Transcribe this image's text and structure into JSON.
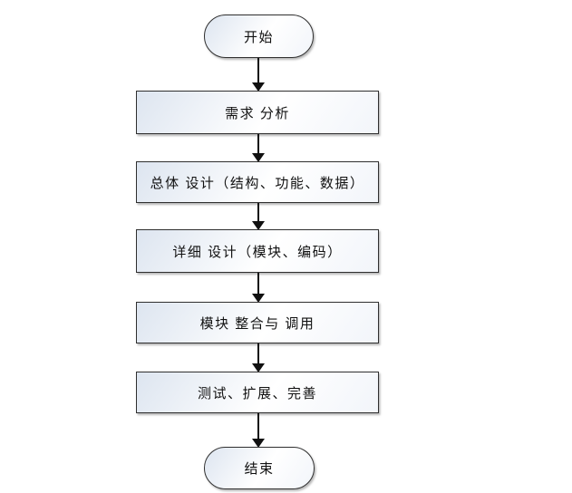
{
  "flowchart": {
    "type": "flowchart",
    "direction": "top-to-bottom",
    "nodes": [
      {
        "id": "start",
        "type": "terminator",
        "label": "开始"
      },
      {
        "id": "requirements-analysis",
        "type": "process",
        "label": "需求 分析"
      },
      {
        "id": "overall-design",
        "type": "process",
        "label": "总体 设计（结构、功能、数据）"
      },
      {
        "id": "detailed-design",
        "type": "process",
        "label": "详细 设计（模块、编码）"
      },
      {
        "id": "module-integration",
        "type": "process",
        "label": "模块 整合与 调用"
      },
      {
        "id": "testing-improvement",
        "type": "process",
        "label": "测试、扩展、完善"
      },
      {
        "id": "end",
        "type": "terminator",
        "label": "结束"
      }
    ],
    "edges": [
      {
        "from": "start",
        "to": "requirements-analysis",
        "arrow": "solid-triangle"
      },
      {
        "from": "requirements-analysis",
        "to": "overall-design",
        "arrow": "solid-triangle"
      },
      {
        "from": "overall-design",
        "to": "detailed-design",
        "arrow": "solid-triangle"
      },
      {
        "from": "detailed-design",
        "to": "module-integration",
        "arrow": "solid-triangle"
      },
      {
        "from": "module-integration",
        "to": "testing-improvement",
        "arrow": "solid-triangle"
      },
      {
        "from": "testing-improvement",
        "to": "end",
        "arrow": "solid-triangle"
      }
    ],
    "colors": {
      "background": "#ffffff",
      "node_border": "#2f2f2f",
      "node_fill_start": "#dde5f0",
      "node_fill_end": "#ffffff",
      "node_shadow": "#7d7d7d",
      "arrow": "#111111",
      "text": "#111111"
    }
  }
}
